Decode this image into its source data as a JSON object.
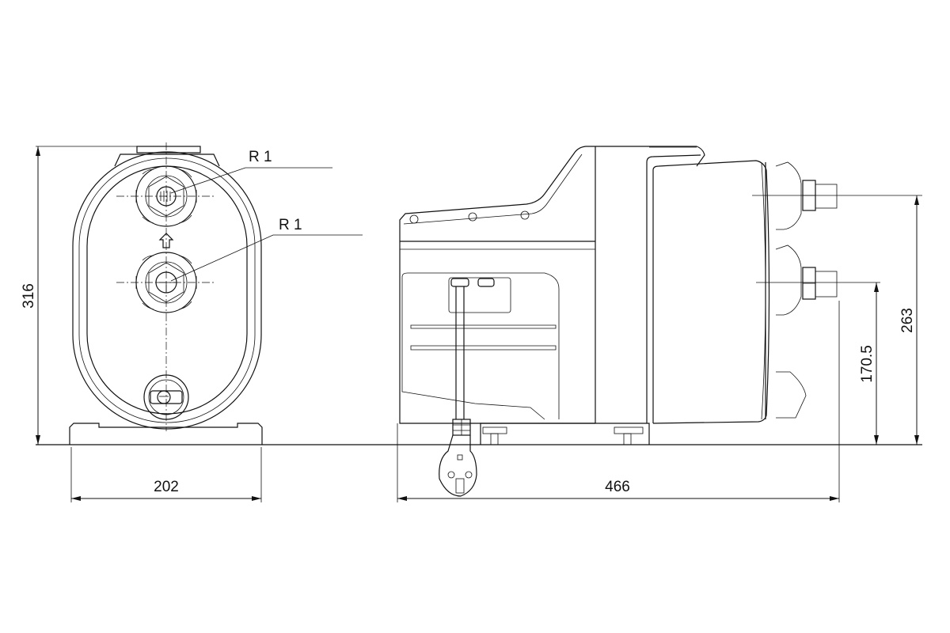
{
  "drawing": {
    "front_view": {
      "thread_labels": [
        "R 1",
        "R 1"
      ],
      "height_dimension": "316",
      "width_dimension": "202"
    },
    "side_view": {
      "length_dimension": "466",
      "outlet_height_dimension": "263",
      "inlet_height_dimension": "170.5"
    }
  }
}
